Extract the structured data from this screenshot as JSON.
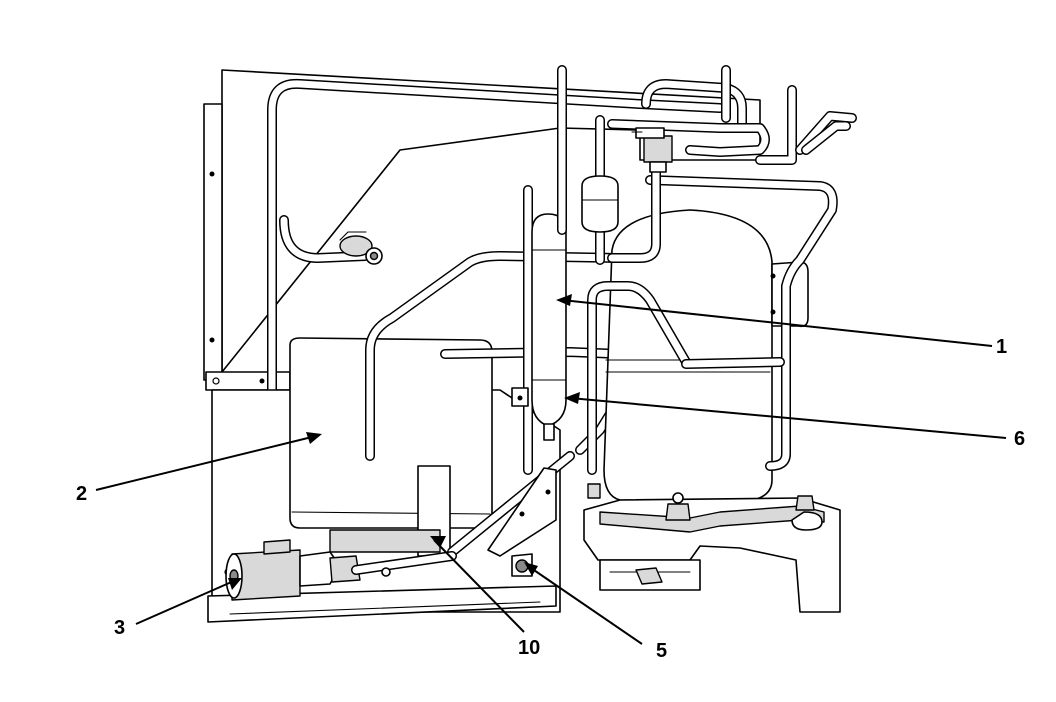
{
  "callouts": [
    {
      "id": "1",
      "label": "1"
    },
    {
      "id": "2",
      "label": "2"
    },
    {
      "id": "3",
      "label": "3"
    },
    {
      "id": "5",
      "label": "5"
    },
    {
      "id": "6",
      "label": "6"
    },
    {
      "id": "10",
      "label": "10"
    }
  ]
}
